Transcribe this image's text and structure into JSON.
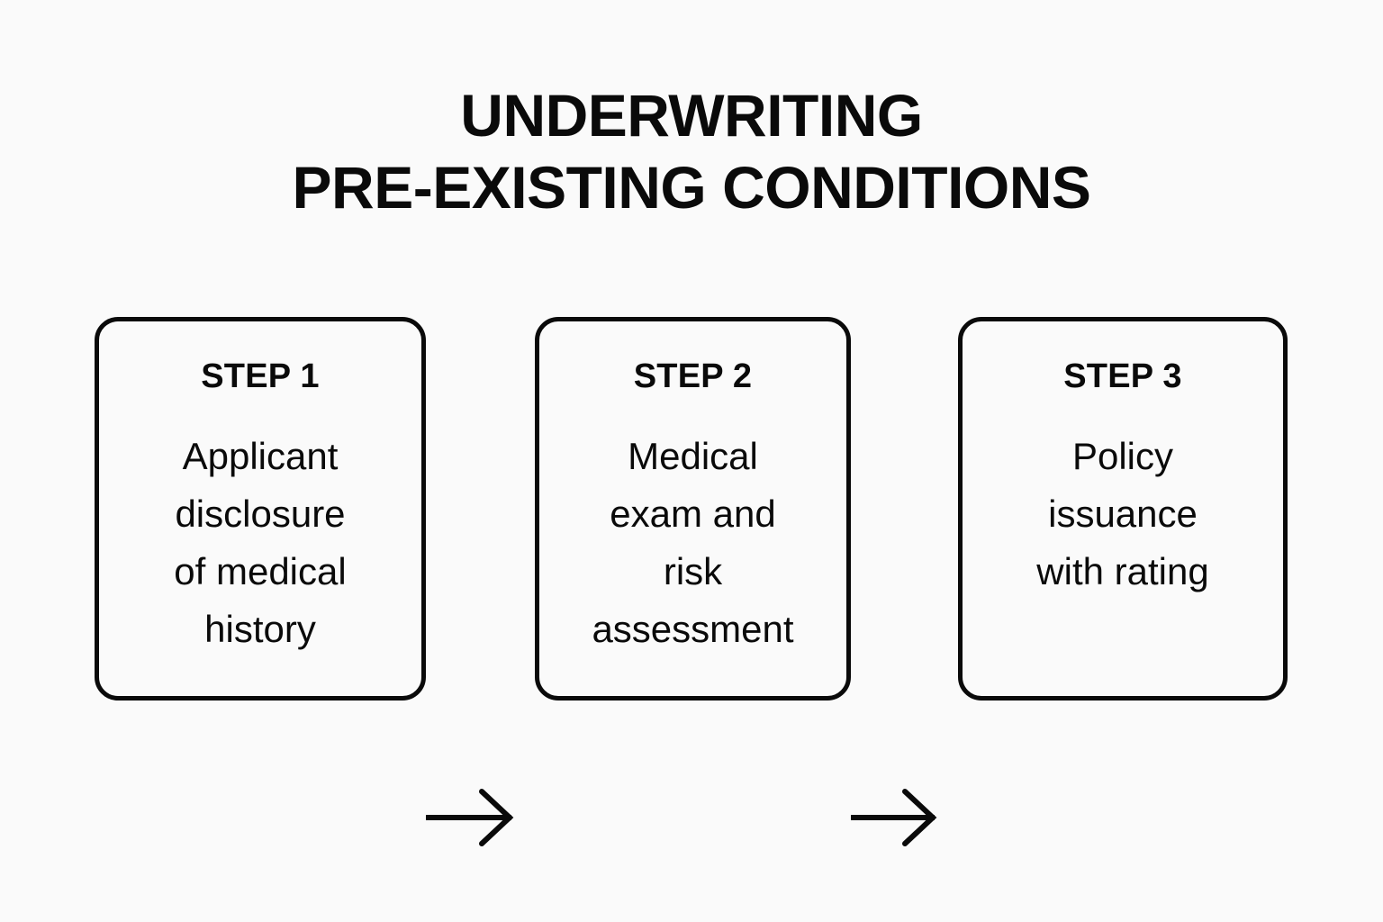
{
  "background_color": "#fafafa",
  "stroke_color": "#0a0a0a",
  "title": {
    "line1": "UNDERWRITING",
    "line2": "PRE-EXISTING CONDITIONS",
    "full": "UNDERWRITING PRE-EXISTING CONDITIONS"
  },
  "flow": {
    "type": "process-flow",
    "direction": "left-to-right",
    "steps": [
      {
        "label": "STEP 1",
        "body": "Applicant disclosure of medical history",
        "body_lines": [
          "Applicant",
          "disclosure",
          "of medical",
          "history"
        ]
      },
      {
        "label": "STEP 2",
        "body": "Medical exam and risk assessment",
        "body_lines": [
          "Medical",
          "exam and",
          "risk",
          "assessment"
        ]
      },
      {
        "label": "STEP 3",
        "body": "Policy issuance with rating",
        "body_lines": [
          "Policy",
          "issuance",
          "with rating"
        ]
      }
    ],
    "connectors": [
      {
        "name": "arrow-step1-to-step2",
        "from": "STEP 1",
        "to": "STEP 2",
        "glyph": "arrow-right-icon"
      },
      {
        "name": "arrow-step2-to-step3",
        "from": "STEP 2",
        "to": "STEP 3",
        "glyph": "arrow-right-icon"
      }
    ]
  }
}
